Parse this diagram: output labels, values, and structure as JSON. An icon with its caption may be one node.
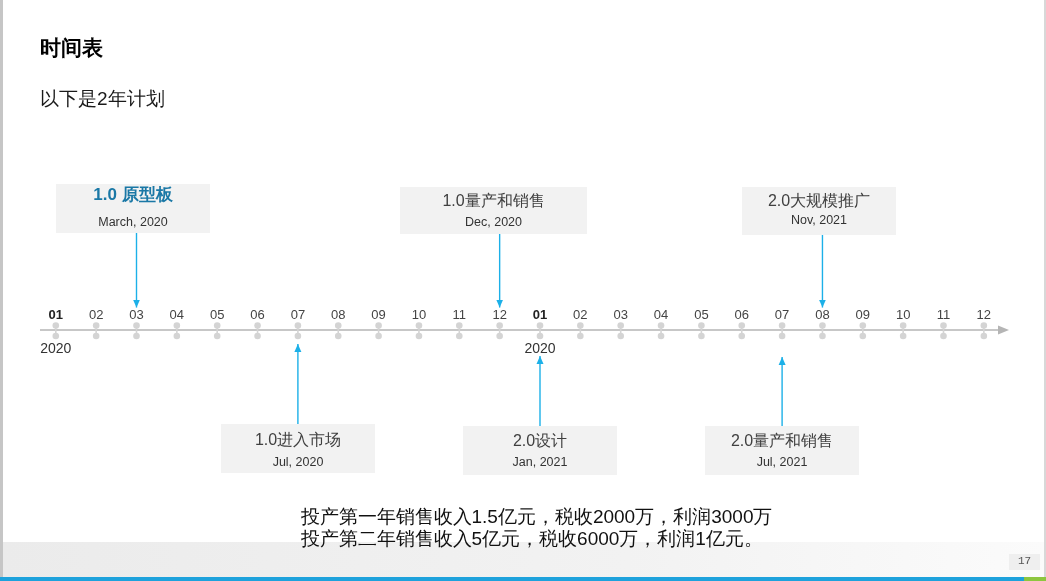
{
  "diagram": {
    "title": "时间表",
    "nodes": [
      {
        "text": [
          "1.0 原型板",
          "March, 2020"
        ]
      },
      {
        "text": [
          "1.0进入市场",
          "Jul, 2020"
        ]
      },
      {
        "text": [
          "1.0量产和销售",
          "Dec, 2020"
        ]
      },
      {
        "text": [
          "2.0设计",
          "Jan, 2021"
        ]
      },
      {
        "text": [
          "2.0量产和销售",
          "Jul, 2021"
        ]
      },
      {
        "text": [
          "2.0大规模推广",
          "Nov, 2021"
        ]
      },
      {
        "text": [
          "03"
        ]
      },
      {
        "text": [
          "12"
        ]
      },
      {
        "text": [
          "08"
        ]
      },
      {
        "text": [
          "2020"
        ]
      }
    ],
    "edges": [
      {
        "from": 0,
        "to": 6,
        "arrow": "to"
      },
      {
        "from": 1,
        "to": null,
        "arrow": "to"
      },
      {
        "from": 2,
        "to": 7,
        "arrow": "to"
      },
      {
        "from": 3,
        "to": 9,
        "arrow": "to"
      },
      {
        "from": 4,
        "to": null,
        "arrow": "to"
      },
      {
        "from": 5,
        "to": 8,
        "arrow": "to"
      }
    ],
    "labels": [
      "以下是2年计划",
      "01",
      "02",
      "04",
      "05",
      "06",
      "07",
      "08",
      "09",
      "10",
      "11",
      "01",
      "02",
      "03",
      "04",
      "05",
      "06",
      "07",
      "09",
      "10",
      "11",
      "12",
      "2020",
      "投产第一年销售收入1.5亿元，税收2000万，利润3000万",
      "投产第二年销售收入5亿元，税收6000万，利润1亿元。",
      "17"
    ]
  }
}
